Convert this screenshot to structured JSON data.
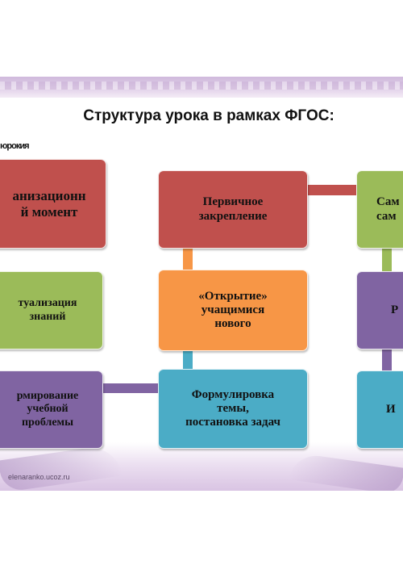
{
  "slide": {
    "title": "Структура урока в рамках ФГОС:",
    "corner_label": "юрокия",
    "watermark": "elenaranko.ucoz.ru"
  },
  "diagram": {
    "boxes": [
      {
        "id": "org",
        "text": "анизационн\nй момент",
        "color": "#c0504d"
      },
      {
        "id": "actual",
        "text": "туализация\nзнаний",
        "color": "#9bbb59"
      },
      {
        "id": "problem",
        "text": "рмирование\nучебной\nпроблемы",
        "color": "#8064a2"
      },
      {
        "id": "primary",
        "text": "Первичное\nзакрепление",
        "color": "#c0504d"
      },
      {
        "id": "discovery",
        "text": "«Открытие»\nучащимися\nнового",
        "color": "#f79646"
      },
      {
        "id": "formulation",
        "text": "Формулировка\nтемы,\nпостановка задач",
        "color": "#4bacc6"
      },
      {
        "id": "self",
        "text": "Сам\nсам",
        "color": "#9bbb59"
      },
      {
        "id": "reflection",
        "text": "Р",
        "color": "#8064a2"
      },
      {
        "id": "result",
        "text": "И",
        "color": "#4bacc6"
      }
    ]
  }
}
